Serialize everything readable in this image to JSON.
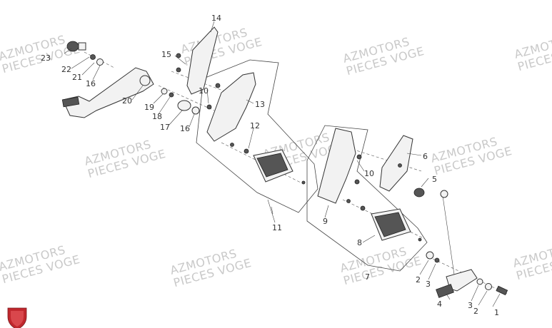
{
  "watermark": {
    "line1": "AZMOTORS",
    "line2": "PIECES VOGE"
  },
  "logo": {
    "name": "azmotors-shield",
    "color": "#c0272d"
  },
  "callouts": {
    "c1": "1",
    "c2a": "2",
    "c2b": "2",
    "c3a": "3",
    "c3b": "3",
    "c4": "4",
    "c5": "5",
    "c6": "6",
    "c7": "7",
    "c8": "8",
    "c9": "9",
    "c10a": "10",
    "c10b": "10",
    "c11": "11",
    "c12": "12",
    "c13": "13",
    "c14": "14",
    "c15": "15",
    "c16a": "16",
    "c16b": "16",
    "c17": "17",
    "c18": "18",
    "c19": "19",
    "c20": "20",
    "c21": "21",
    "c22": "22",
    "c23": "23"
  }
}
